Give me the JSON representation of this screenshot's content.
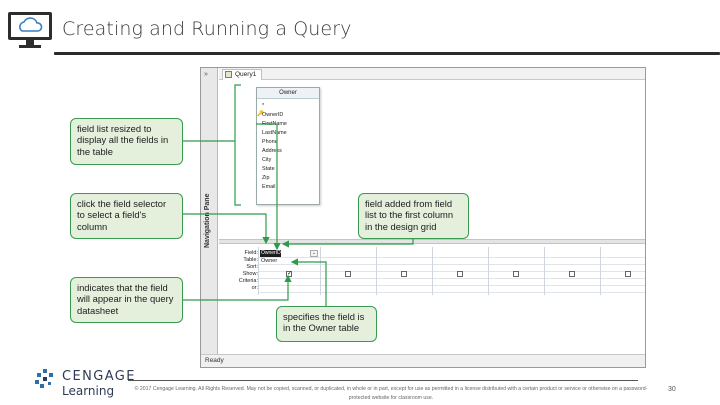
{
  "slide": {
    "title": "Creating and Running a Query",
    "page_number": "30",
    "copyright": "© 2017 Cengage Learning. All Rights Reserved. May not be copied, scanned, or duplicated, in whole or in part, except for use as permitted in a license distributed with a certain product or service or otherwise on a password-protected website for classroom use.",
    "logo": {
      "line1": "CENGAGE",
      "line2": "Learning"
    }
  },
  "access": {
    "tab_label": "Query1",
    "nav_toggle": "»",
    "nav_label": "Navigation Pane",
    "status": "Ready",
    "field_list": {
      "table_name": "Owner",
      "items": [
        "*",
        "OwnerID",
        "FirstName",
        "LastName",
        "Phone",
        "Address",
        "City",
        "State",
        "Zip",
        "Email"
      ]
    },
    "grid": {
      "row_labels": [
        "Field:",
        "Table:",
        "Sort:",
        "Show:",
        "Criteria:",
        "or:"
      ],
      "field_value": "OwnerID",
      "table_value": "Owner",
      "dropdown_glyph": "⌄",
      "show_checked": "✓"
    }
  },
  "callouts": {
    "field_list_resized": "field list resized to display all the fields in the table",
    "field_selector": "click the field selector to select a field's column",
    "show_indicator": "indicates that the field will appear in the query datasheet",
    "field_added": "field added from field list to the first column in the design grid",
    "table_specifies": "specifies the field is in the Owner table"
  },
  "icons": {
    "monitor": "monitor-cloud-icon",
    "logo": "cengage-logo-icon"
  },
  "colors": {
    "callout_fill": "#e4efdc",
    "callout_border": "#3a9b50",
    "title_rule": "#2b2b2b"
  }
}
